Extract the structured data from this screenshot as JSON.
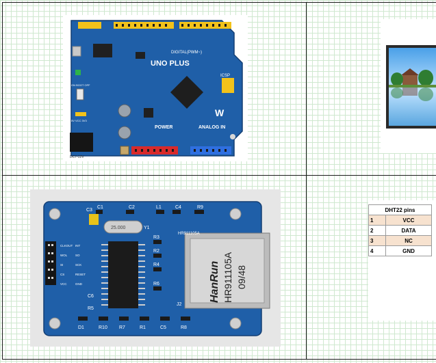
{
  "uno_board": {
    "model": "UNO PLUS",
    "header_digital": "DIGITAL(PWM~)",
    "header_power": "POWER",
    "header_analog": "ANALOG IN",
    "icsp": "ICSP",
    "switch_label": "ON BOOT OFF",
    "voltage_label": "5V VCC 3V3",
    "dc_label": "DC7-12V",
    "brand_logo": "W"
  },
  "enc_board": {
    "chip_text_1": "HanRun",
    "chip_text_2": "HR911105A",
    "chip_text_3": "09/48",
    "crystal_text": "25.000",
    "labels": [
      "C3",
      "C1",
      "C2",
      "L1",
      "C4",
      "R9",
      "Y1",
      "R3",
      "R2",
      "R4",
      "R6",
      "C6",
      "R5",
      "D1",
      "R10",
      "R7",
      "R1",
      "C5",
      "R8",
      "J2",
      "HR911105A"
    ],
    "pin_labels": [
      "CLKOUT",
      "WOL",
      "SO",
      "SCK",
      "CS",
      "INT",
      "SI",
      "RESET",
      "VCC",
      "GND"
    ]
  },
  "dht22": {
    "title": "DHT22 pins",
    "rows": [
      {
        "num": "1",
        "name": "VCC"
      },
      {
        "num": "2",
        "name": "DATA"
      },
      {
        "num": "3",
        "name": "NC"
      },
      {
        "num": "4",
        "name": "GND"
      }
    ]
  }
}
